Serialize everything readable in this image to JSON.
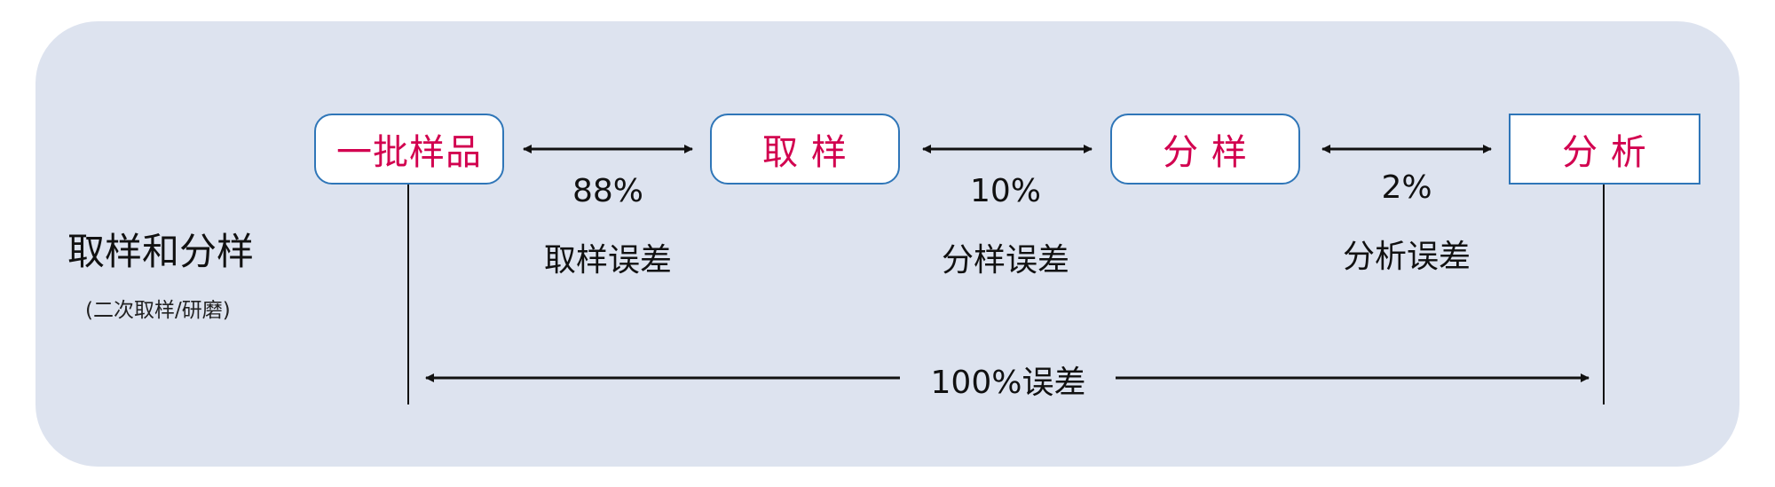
{
  "side": {
    "title": "取样和分样",
    "subtitle": "(二次取样/研磨)"
  },
  "steps": [
    {
      "label": "一批样品"
    },
    {
      "label": "取 样"
    },
    {
      "label": "分 样"
    },
    {
      "label": "分 析"
    }
  ],
  "links": [
    {
      "percent": "88%",
      "name": "取样误差"
    },
    {
      "percent": "10%",
      "name": "分样误差"
    },
    {
      "percent": "2%",
      "name": "分析误差"
    }
  ],
  "total": {
    "label": "100%误差"
  },
  "colors": {
    "background": "#dde3ef",
    "box_border": "#2f76b8",
    "box_text": "#d2004f",
    "line": "#111111"
  }
}
